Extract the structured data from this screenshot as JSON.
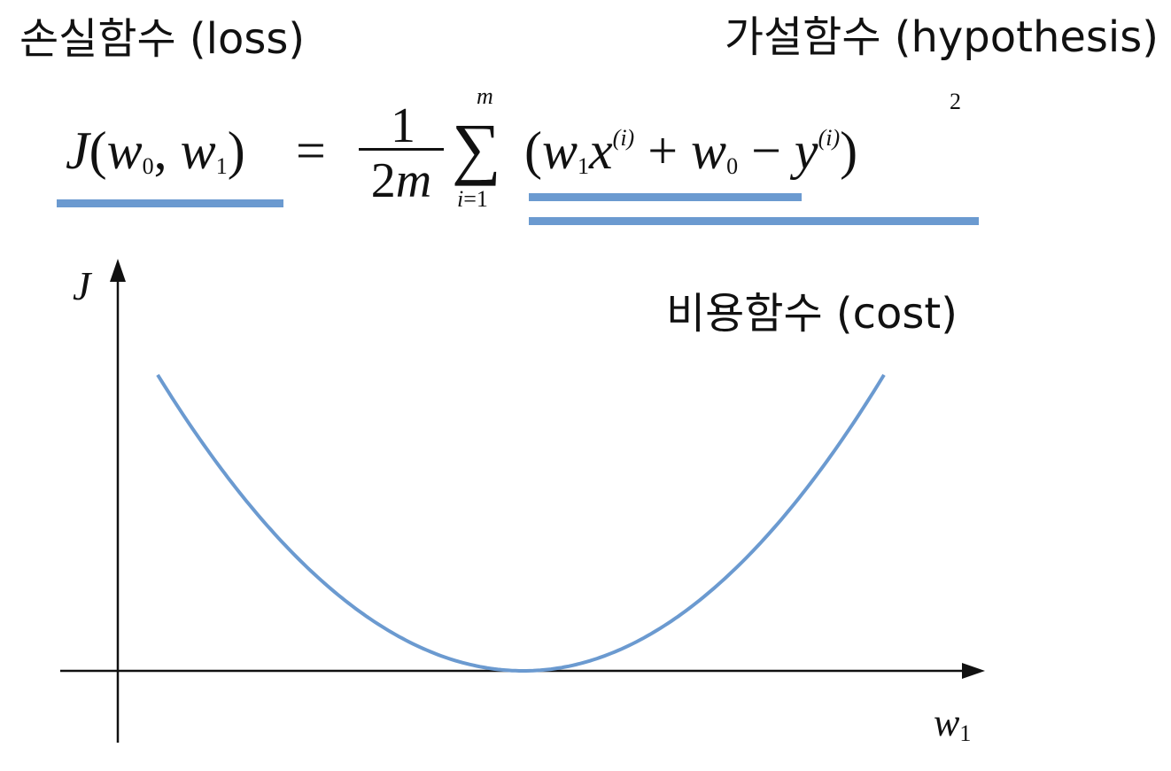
{
  "labels": {
    "loss": "손실함수 (loss)",
    "hypothesis": "가설함수 (hypothesis)",
    "cost": "비용함수 (cost)"
  },
  "formula": {
    "lhs": "J(w0, w1)",
    "equals": "=",
    "frac_num": "1",
    "frac_den": "2m",
    "sum_upper": "m",
    "sum_lower": "i=1",
    "open_paren": "(",
    "w": "w",
    "one": "1",
    "zero": "0",
    "x": "x",
    "y": "y",
    "i_sup": "(i)",
    "plus": "+",
    "minus": "−",
    "close_paren": ")",
    "power": "2"
  },
  "axes": {
    "y_label": "J",
    "x_label_main": "w",
    "x_label_sub": "1"
  },
  "colors": {
    "curve": "#6b9ad0",
    "underline": "#6b9ad0",
    "axis": "#111111"
  }
}
